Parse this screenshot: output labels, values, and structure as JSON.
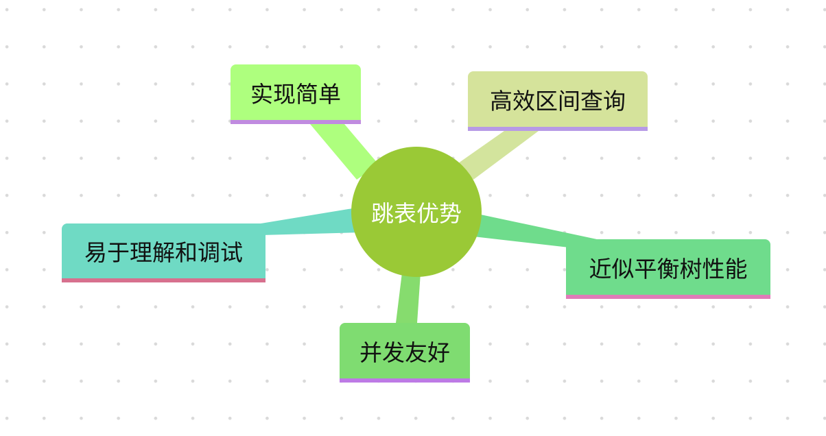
{
  "mindmap": {
    "center": {
      "label": "跳表优势",
      "color": "#9ac936"
    },
    "branches": [
      {
        "id": "simple",
        "label": "实现简单",
        "fill": "#aeff7e",
        "underline": "#c08be0",
        "link_color": "#aeff7e"
      },
      {
        "id": "range",
        "label": "高效区间查询",
        "fill": "#d5e39b",
        "underline": "#b79ae6",
        "link_color": "#d3e49d"
      },
      {
        "id": "debug",
        "label": "易于理解和调试",
        "fill": "#6fdac4",
        "underline": "#d7708e",
        "link_color": "#6fdac4"
      },
      {
        "id": "balanced",
        "label": "近似平衡树性能",
        "fill": "#6fdc8c",
        "underline": "#e07bb8",
        "link_color": "#6fdc8c"
      },
      {
        "id": "concurrent",
        "label": "并发友好",
        "fill": "#7fdc71",
        "underline": "#bd7ae5",
        "link_color": "#86dc6e"
      }
    ]
  }
}
